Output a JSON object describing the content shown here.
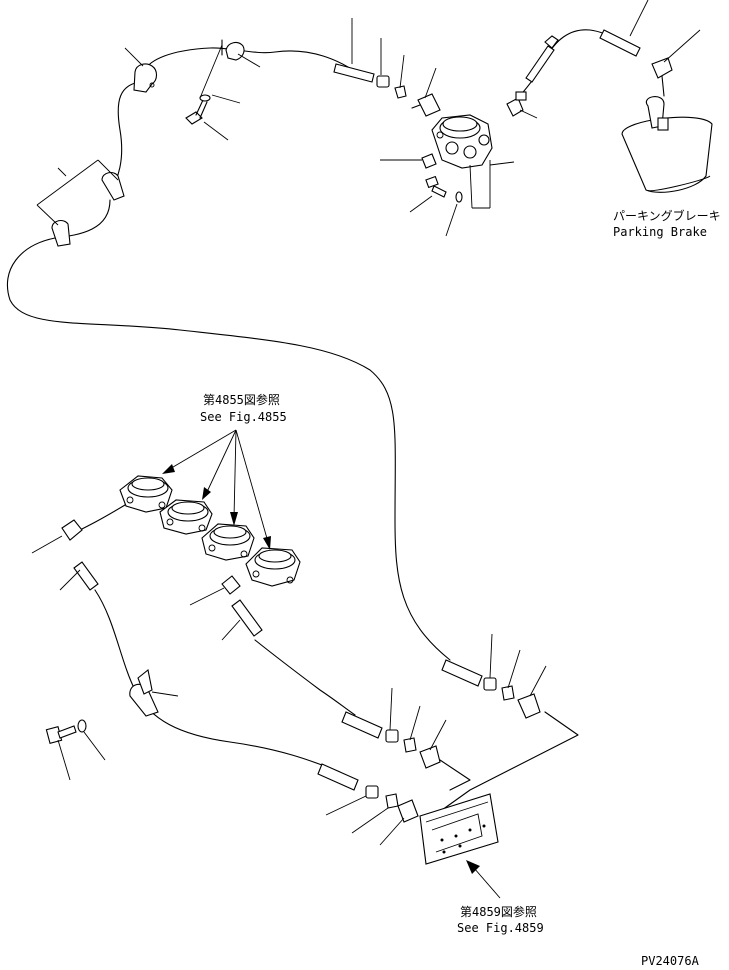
{
  "labels": {
    "parking_brake_jp": "パーキングブレーキ",
    "parking_brake_en": "Parking Brake",
    "ref_4855_jp": "第4855図参照",
    "ref_4855_en": "See Fig.4855",
    "ref_4859_jp": "第4859図参照",
    "ref_4859_en": "See Fig.4859",
    "drawing_number": "PV24076A"
  },
  "icons": {
    "arrow": "filled-arrowhead",
    "valve": "brake-valve-body",
    "clamp": "pipe-clamp",
    "hose": "hose-sleeve"
  }
}
